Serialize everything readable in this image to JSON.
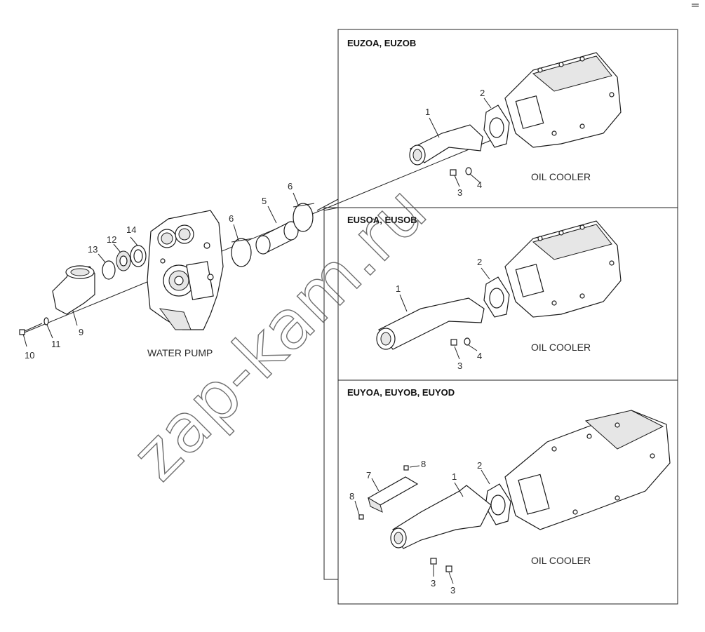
{
  "panels": [
    {
      "header": "EUZOA, EUZOB",
      "caption": "OIL COOLER"
    },
    {
      "header": "EUSOA, EUSOB",
      "caption": "OIL COOLER"
    },
    {
      "header": "EUYOA, EUYOB, EUYOD",
      "caption": "OIL COOLER"
    }
  ],
  "left": {
    "caption": "WATER PUMP",
    "callouts": [
      "14",
      "12",
      "13",
      "9",
      "11",
      "10",
      "6",
      "5",
      "6"
    ]
  },
  "panel_callouts": {
    "p1": [
      "1",
      "2",
      "3",
      "4"
    ],
    "p2": [
      "1",
      "2",
      "3",
      "4"
    ],
    "p3": [
      "1",
      "2",
      "7",
      "8",
      "8",
      "3",
      "3"
    ]
  },
  "watermark": "zap-kam.ru"
}
